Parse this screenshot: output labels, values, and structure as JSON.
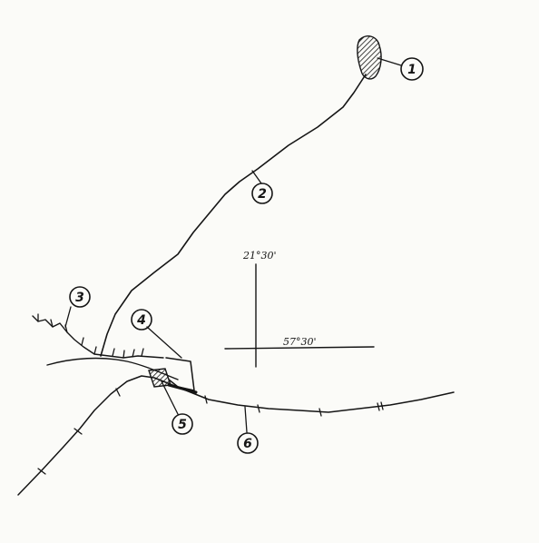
{
  "map": {
    "features": [
      {
        "label": "1"
      },
      {
        "label": "2"
      },
      {
        "label": "3"
      },
      {
        "label": "4"
      },
      {
        "label": "5"
      },
      {
        "label": "6"
      }
    ],
    "reference": {
      "latitude": "21°30'",
      "longitude": "57°30'"
    },
    "ink_color": "#151515",
    "paper_color": "#fbfbf8"
  }
}
